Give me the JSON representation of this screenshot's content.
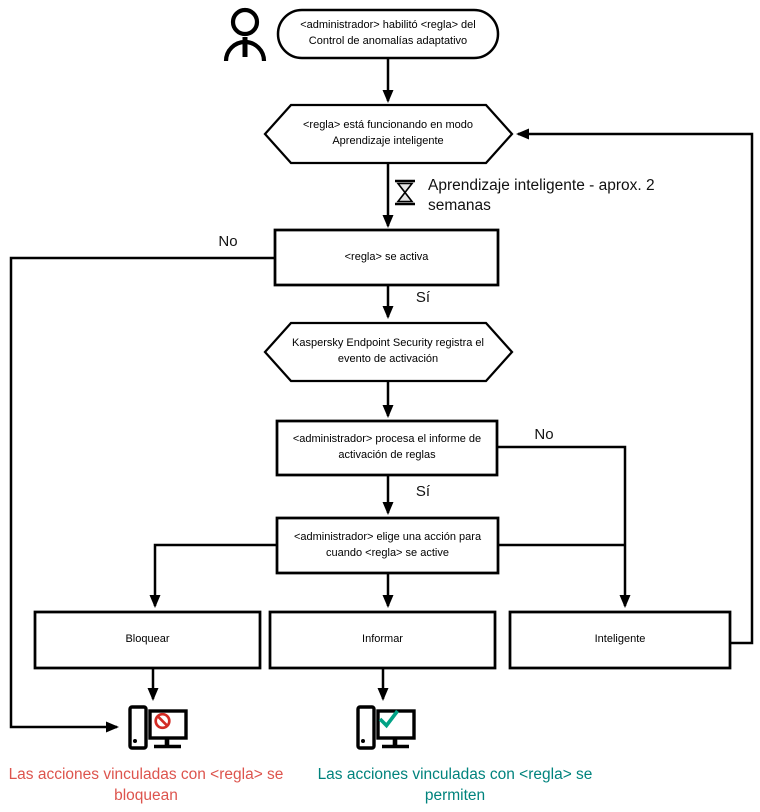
{
  "diagram": {
    "nodes": {
      "start": "<administrador> habilitó <regla> del Control de anomalías adaptativo",
      "smart_mode": "<regla> está funcionando en modo Aprendizaje inteligente",
      "rule_triggers": "<regla> se activa",
      "event_logged": "Kaspersky Endpoint Security registra el evento de activación",
      "report_review": "<administrador> procesa el informe de activación de reglas",
      "choose_action": "<administrador> elige una acción para cuando <regla> se active",
      "action_block": "Bloquear",
      "action_inform": "Informar",
      "action_smart": "Inteligente"
    },
    "annotations": {
      "training_duration": "Aprendizaje inteligente - aprox. 2 semanas",
      "no_rule_triggers": "No",
      "yes_rule_triggers": "Sí",
      "no_report": "No",
      "yes_report": "Sí"
    },
    "outcomes": {
      "blocked": "Las acciones vinculadas con <regla> se bloquean",
      "allowed": "Las acciones vinculadas con <regla> se permiten"
    },
    "icons": {
      "actor": "user-icon",
      "wait": "hourglass-icon",
      "blocked_result": "computer-blocked-icon",
      "allowed_result": "computer-allowed-icon"
    },
    "colors": {
      "blocked_text": "#dd544d",
      "allowed_text": "#00837d",
      "blocked_icon": "#d22b25",
      "allowed_icon": "#00a285",
      "line": "#000000"
    }
  }
}
